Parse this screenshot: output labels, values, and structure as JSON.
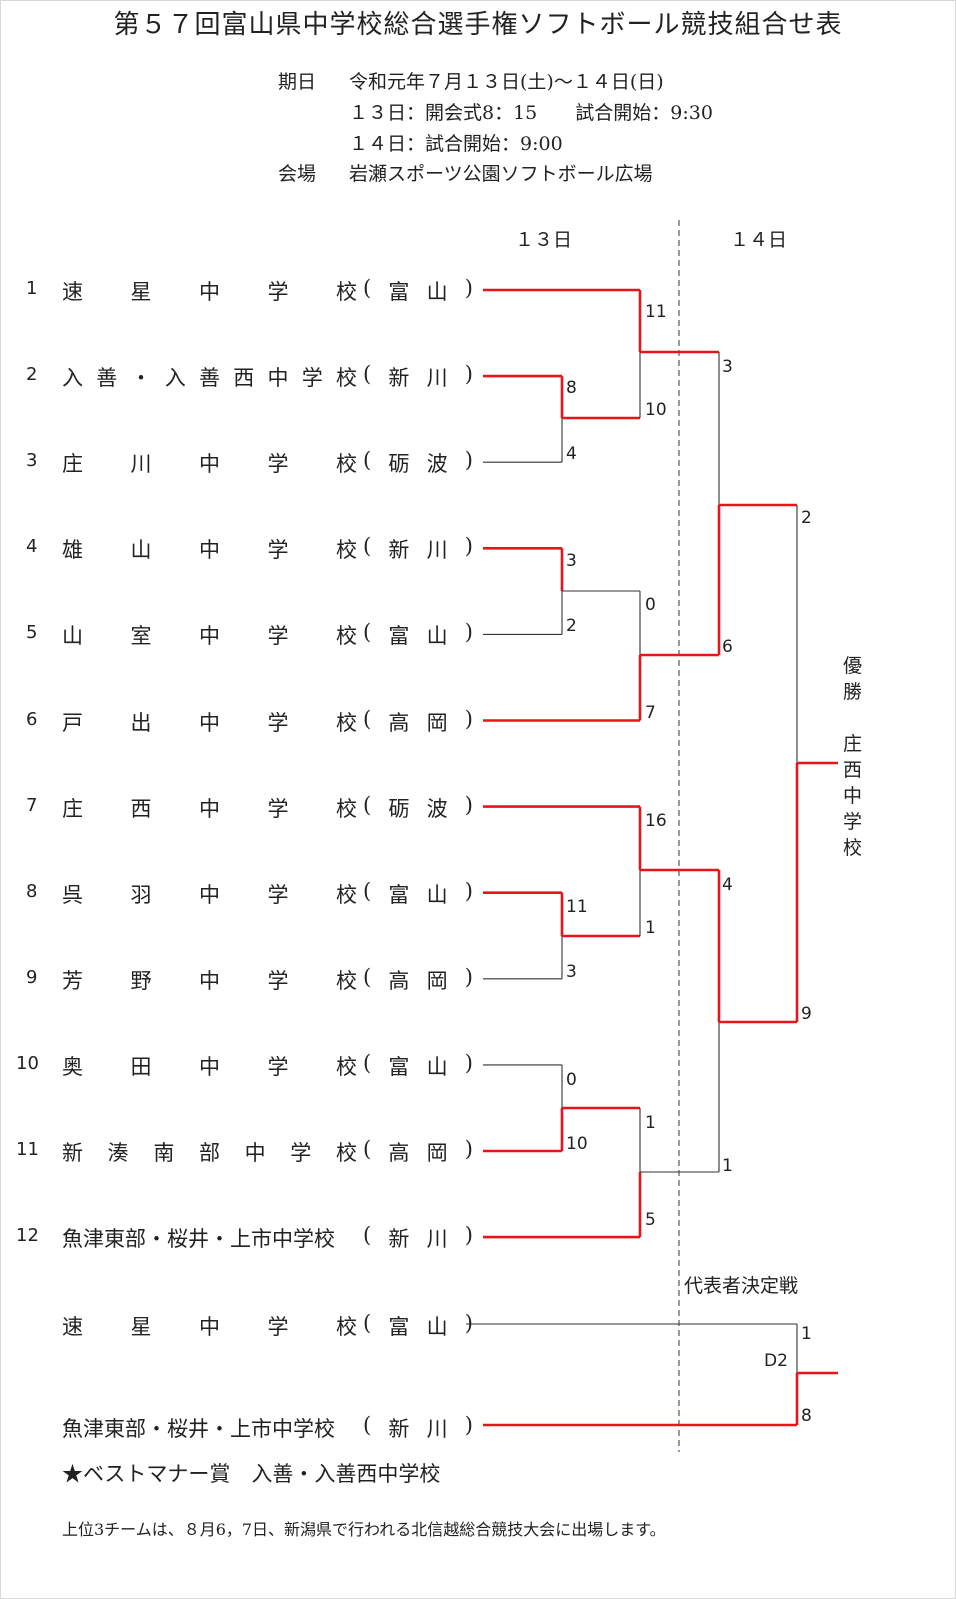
{
  "title": "第５７回富山県中学校総合選手権ソフトボール競技組合せ表",
  "info": {
    "date_label": "期日",
    "date_value": "令和元年７月１３日(土)～１４日(日)",
    "day13": "１３日：開会式8：15　　試合開始：9:30",
    "day14": "１４日：試合開始：9:00",
    "venue_label": "会場",
    "venue_value": "岩瀬スポーツ公園ソフトボール広場"
  },
  "day_headers": [
    "１３日",
    "１４日"
  ],
  "teams": [
    {
      "no": "1",
      "name": "速星中学校",
      "pref": "(富山)"
    },
    {
      "no": "2",
      "name": "入善・入善西中学校",
      "pref": "(新川)"
    },
    {
      "no": "3",
      "name": "庄川中学校",
      "pref": "(砺波)"
    },
    {
      "no": "4",
      "name": "雄山中学校",
      "pref": "(新川)"
    },
    {
      "no": "5",
      "name": "山室中学校",
      "pref": "(富山)"
    },
    {
      "no": "6",
      "name": "戸出中学校",
      "pref": "(高岡)"
    },
    {
      "no": "7",
      "name": "庄西中学校",
      "pref": "(砺波)"
    },
    {
      "no": "8",
      "name": "呉羽中学校",
      "pref": "(富山)"
    },
    {
      "no": "9",
      "name": "芳野中学校",
      "pref": "(高岡)"
    },
    {
      "no": "10",
      "name": "奥田中学校",
      "pref": "(富山)"
    },
    {
      "no": "11",
      "name": "新湊南部中学校",
      "pref": "(高岡)"
    },
    {
      "no": "12",
      "name": "魚津東部・桜井・上市中学校",
      "pref": "(新川)"
    }
  ],
  "scores": {
    "r1": [
      "11",
      "10",
      "8",
      "4",
      "3",
      "2",
      "0",
      "7",
      "16",
      "1",
      "11",
      "3",
      "0",
      "10",
      "1",
      "5"
    ],
    "r2": [
      "3",
      "6",
      "4",
      "1"
    ],
    "r3": [
      "2",
      "9"
    ]
  },
  "champion": {
    "label": "優勝",
    "team": "庄西中学校"
  },
  "rep_match": {
    "label": "代表者決定戦",
    "team_a": {
      "name": "速星中学校",
      "pref": "(富山)",
      "score": "1"
    },
    "team_b": {
      "name": "魚津東部・桜井・上市中学校",
      "pref": "(新川)",
      "score": "8"
    },
    "game_id": "D2"
  },
  "best_manner": "★ベストマナー賞　入善・入善西中学校",
  "note": "上位3チームは、８月6，7日、新潟県で行われる北信越総合競技大会に出場します。",
  "colors": {
    "win": "#e8141c",
    "lose": "#333333"
  }
}
